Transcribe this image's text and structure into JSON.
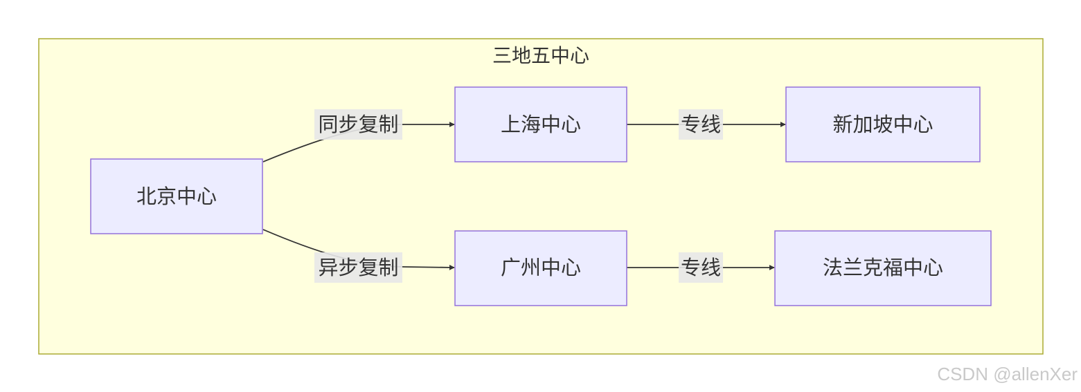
{
  "diagram": {
    "cluster_title": "三地五中心",
    "nodes": {
      "beijing": "北京中心",
      "shanghai": "上海中心",
      "singapore": "新加坡中心",
      "guangzhou": "广州中心",
      "frankfurt": "法兰克福中心"
    },
    "edges": {
      "beijing_shanghai": "同步复制",
      "beijing_guangzhou": "异步复制",
      "shanghai_singapore": "专线",
      "guangzhou_frankfurt": "专线"
    },
    "colors": {
      "cluster_fill": "#ffffde",
      "cluster_stroke": "#aaaa33",
      "node_fill": "#ececff",
      "node_stroke": "#9370db",
      "edge": "#333333",
      "edge_label_bg": "#e8e8e8"
    }
  },
  "watermark": "CSDN @allenXer"
}
